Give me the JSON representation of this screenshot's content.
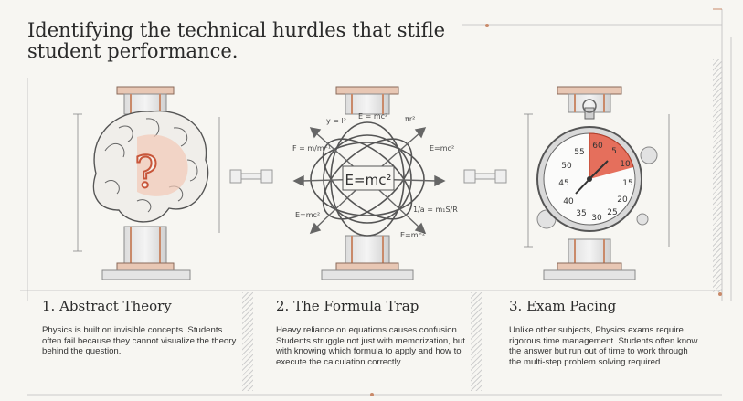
{
  "title": {
    "line1": "Identifying the technical hurdles that stifle",
    "line2": "student performance."
  },
  "cards": [
    {
      "heading": "1. Abstract Theory",
      "body": "Physics is built on invisible concepts. Students often fail because they cannot visualize the theory behind the question."
    },
    {
      "heading": "2. The Formula Trap",
      "body": "Heavy reliance on equations causes confusion. Students struggle not just with memorization, but with knowing which formula to apply and how to execute the calculation correctly."
    },
    {
      "heading": "3. Exam Pacing",
      "body": "Unlike other subjects, Physics exams require rigorous time management. Students often know the answer but run out of time to work through the multi-step problem solving required."
    }
  ],
  "formulas": {
    "center": "E=mc²",
    "f1": "E = mc²",
    "f2": "y = l²",
    "f3": "πr²",
    "f4": "E=mc²",
    "f5": "F = m/m⁻¹",
    "f6": "E=mc²",
    "f7": "1/a = m₁S/R",
    "f8": "E=mc²"
  },
  "stopwatch": {
    "n60": "60",
    "n5": "5",
    "n10": "10",
    "n15": "15",
    "n20": "20",
    "n25": "25",
    "n30": "30",
    "n35": "35",
    "n40": "40",
    "n45": "45",
    "n50": "50",
    "n55": "55"
  },
  "colors": {
    "accent": "#d4553a",
    "line": "#8a8a8a",
    "copper": "#c98a6a"
  }
}
